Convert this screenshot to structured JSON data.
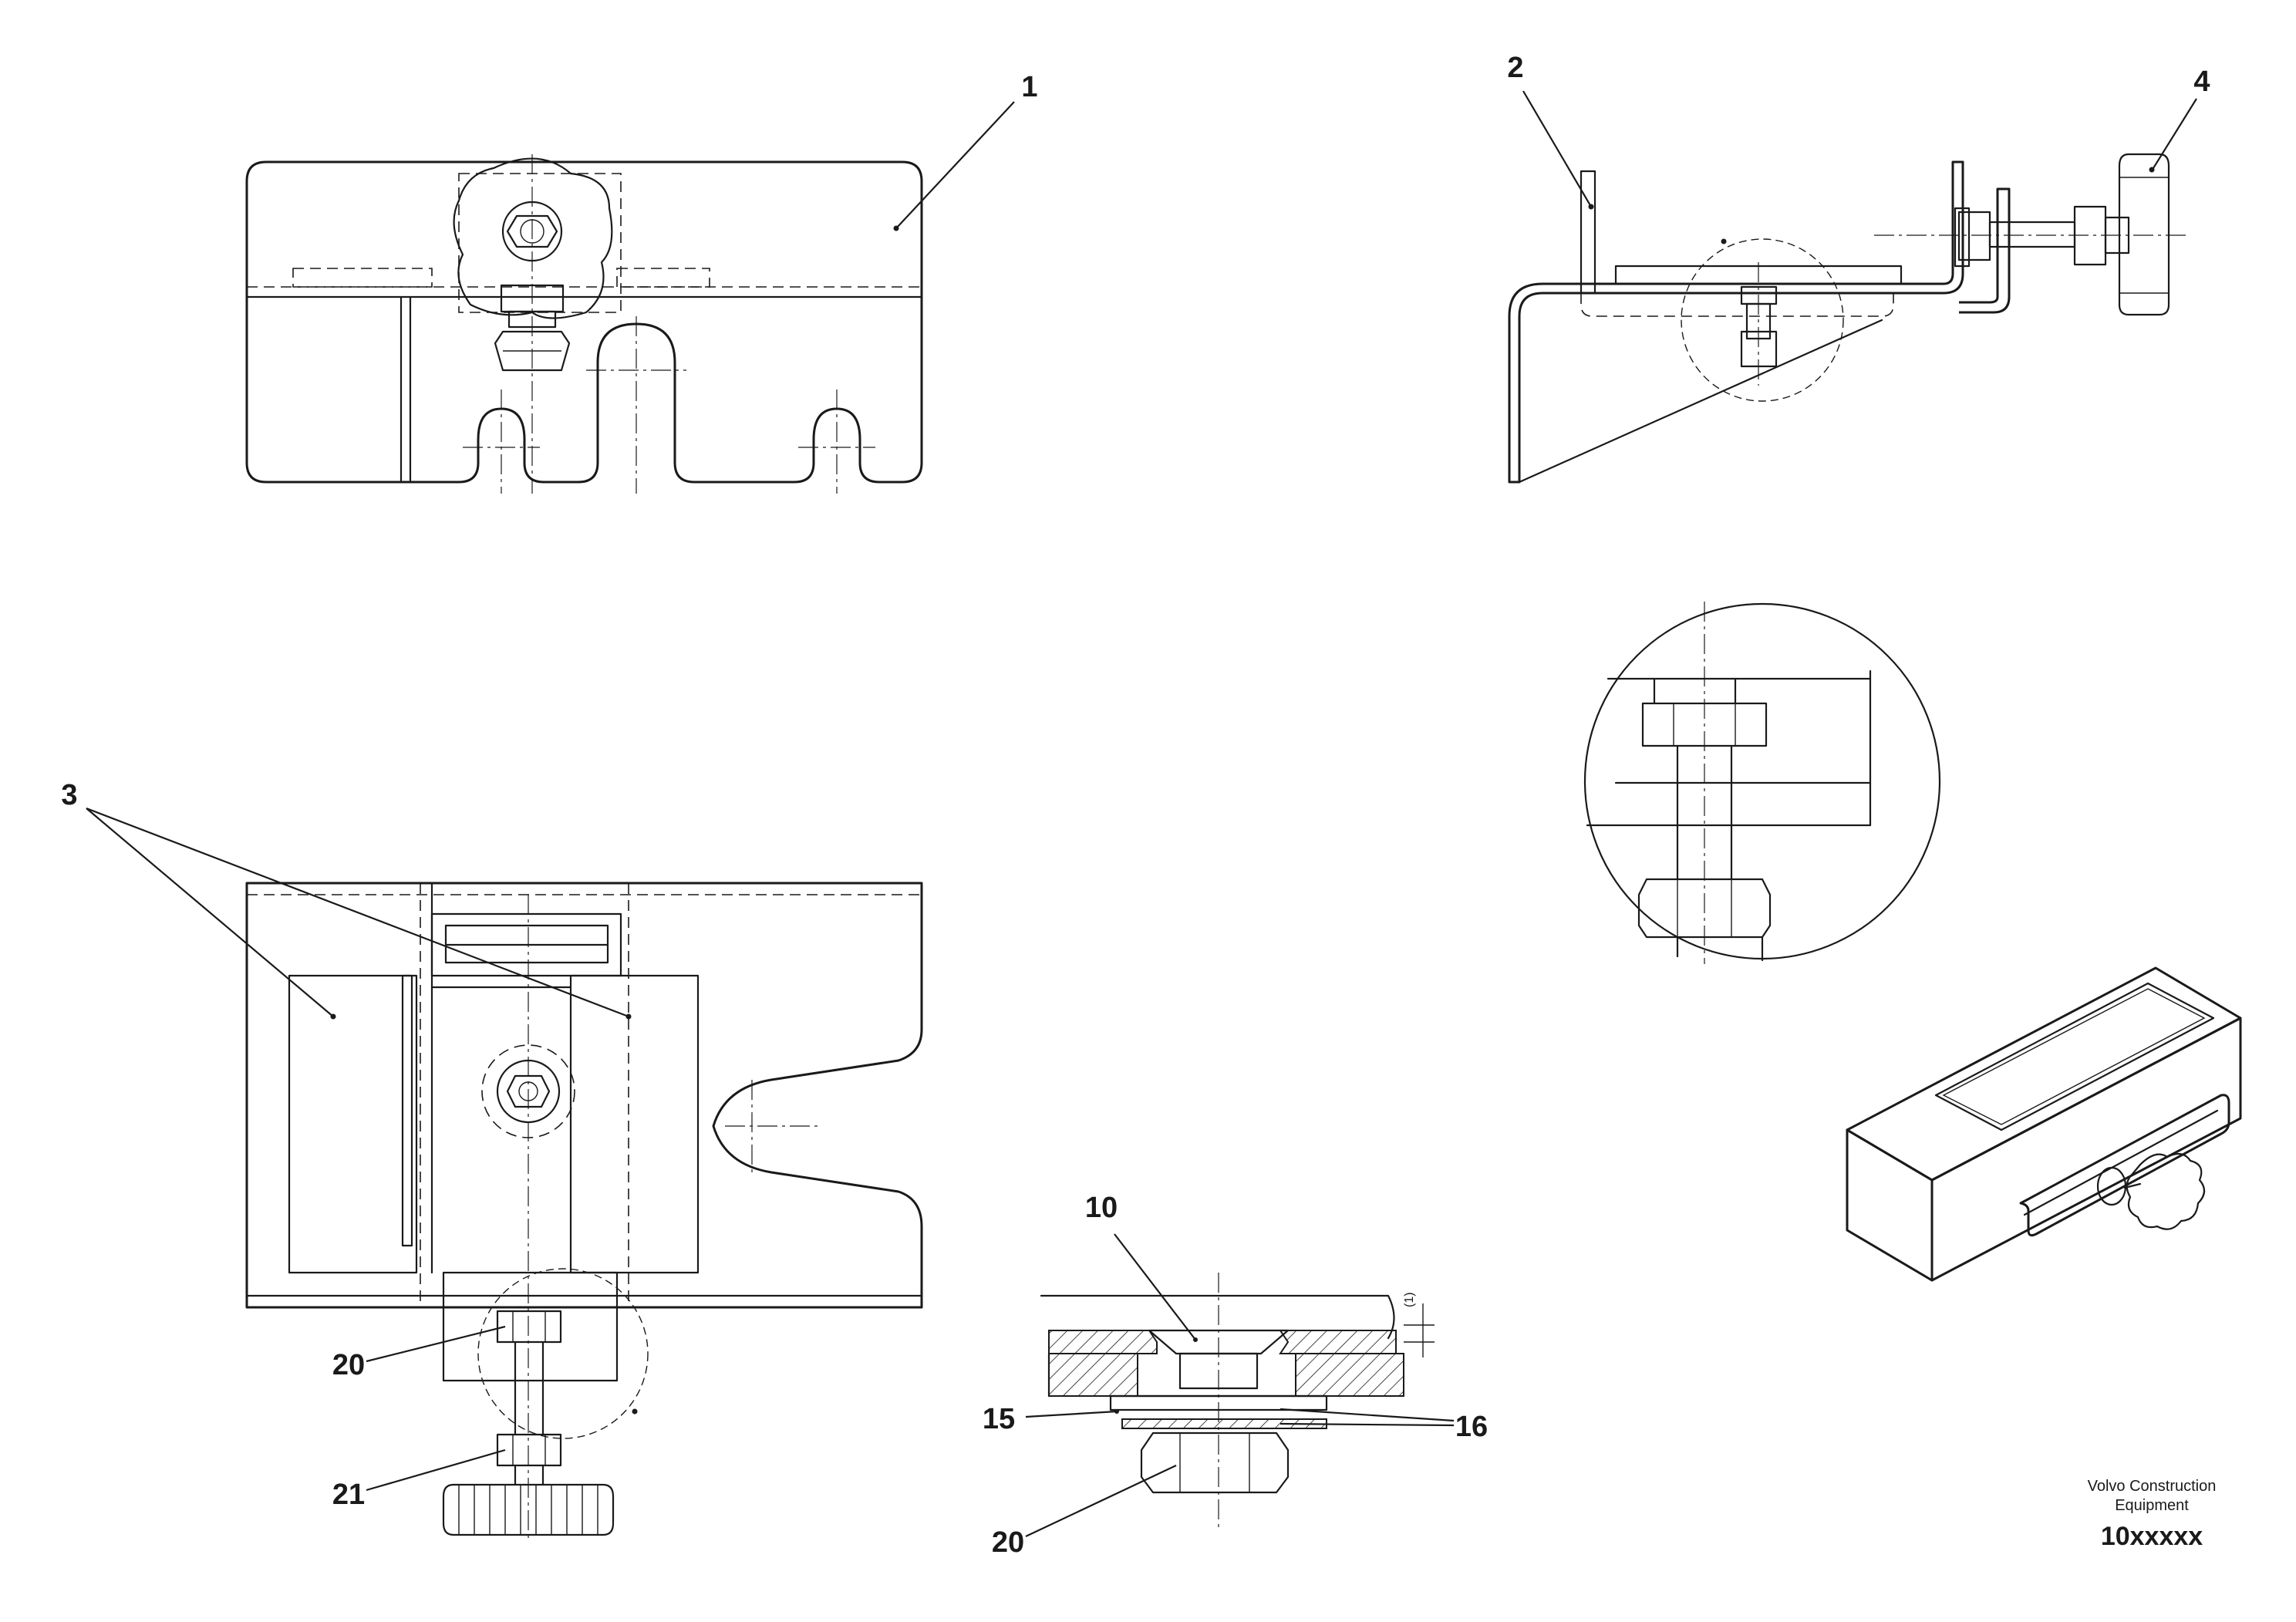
{
  "callouts": {
    "c1": "1",
    "c2": "2",
    "c3": "3",
    "c4": "4",
    "c10": "10",
    "c15": "15",
    "c16": "16",
    "c20a": "20",
    "c20b": "20",
    "c21": "21"
  },
  "dimension": "(1)",
  "footer": {
    "brand_line1": "Volvo Construction",
    "brand_line2": "Equipment",
    "doc_number": "10xxxxx"
  }
}
